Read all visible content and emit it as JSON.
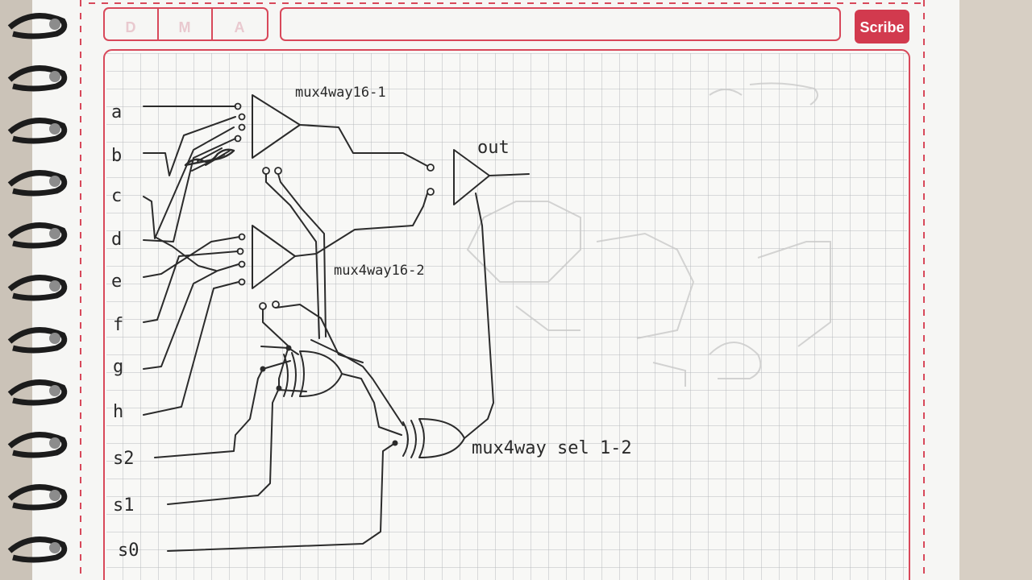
{
  "header": {
    "tabs": [
      "D",
      "M",
      "A"
    ],
    "brand": "Scribe"
  },
  "diagram": {
    "inputs": [
      "a",
      "b",
      "c",
      "d",
      "e",
      "f",
      "g",
      "h",
      "s2",
      "s1",
      "s0"
    ],
    "mux1_label": "mux4way16-1",
    "mux2_label": "mux4way16-2",
    "out_label": "out",
    "sel_label": "mux4way sel 1-2"
  },
  "colors": {
    "paper": "#f7f7f5",
    "grid": "#b9bcc0",
    "border": "#d8485a",
    "ink": "#2b2b2b"
  }
}
